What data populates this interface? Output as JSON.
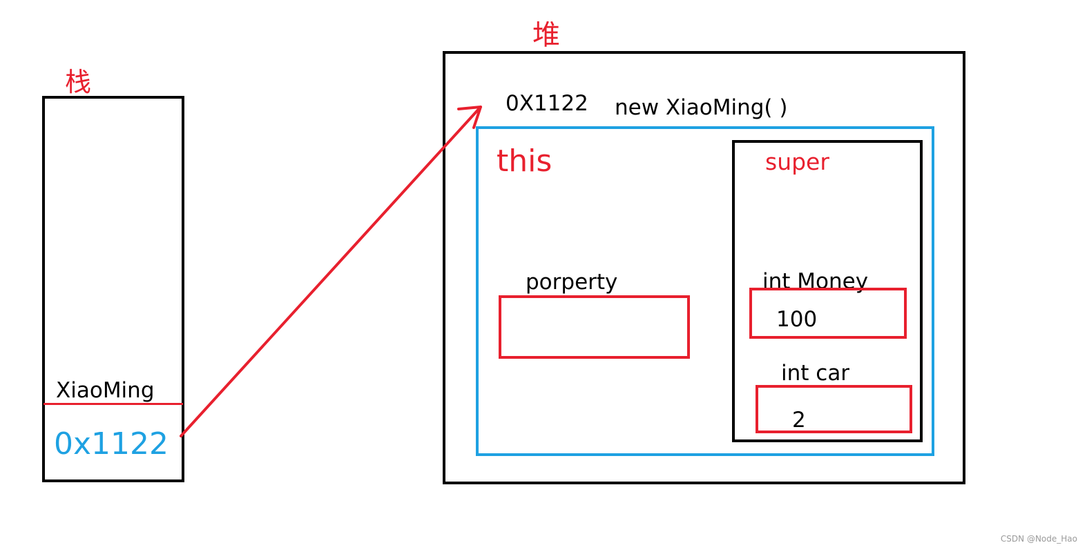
{
  "colors": {
    "red": "#e8202e",
    "blue": "#1ea1e2",
    "black": "#000000",
    "watermark": "#9a9a9a"
  },
  "stack": {
    "title": "栈",
    "variable": "XiaoMing",
    "address": "0x1122"
  },
  "heap": {
    "title": "堆",
    "address": "0X1122",
    "constructor": "new XiaoMing( )",
    "this_label": "this",
    "property_label": "porperty",
    "super": {
      "label": "super",
      "fields": [
        {
          "name": "int Money",
          "value": "100"
        },
        {
          "name": "int car",
          "value": "2"
        }
      ]
    }
  },
  "watermark": "CSDN @Node_Hao"
}
